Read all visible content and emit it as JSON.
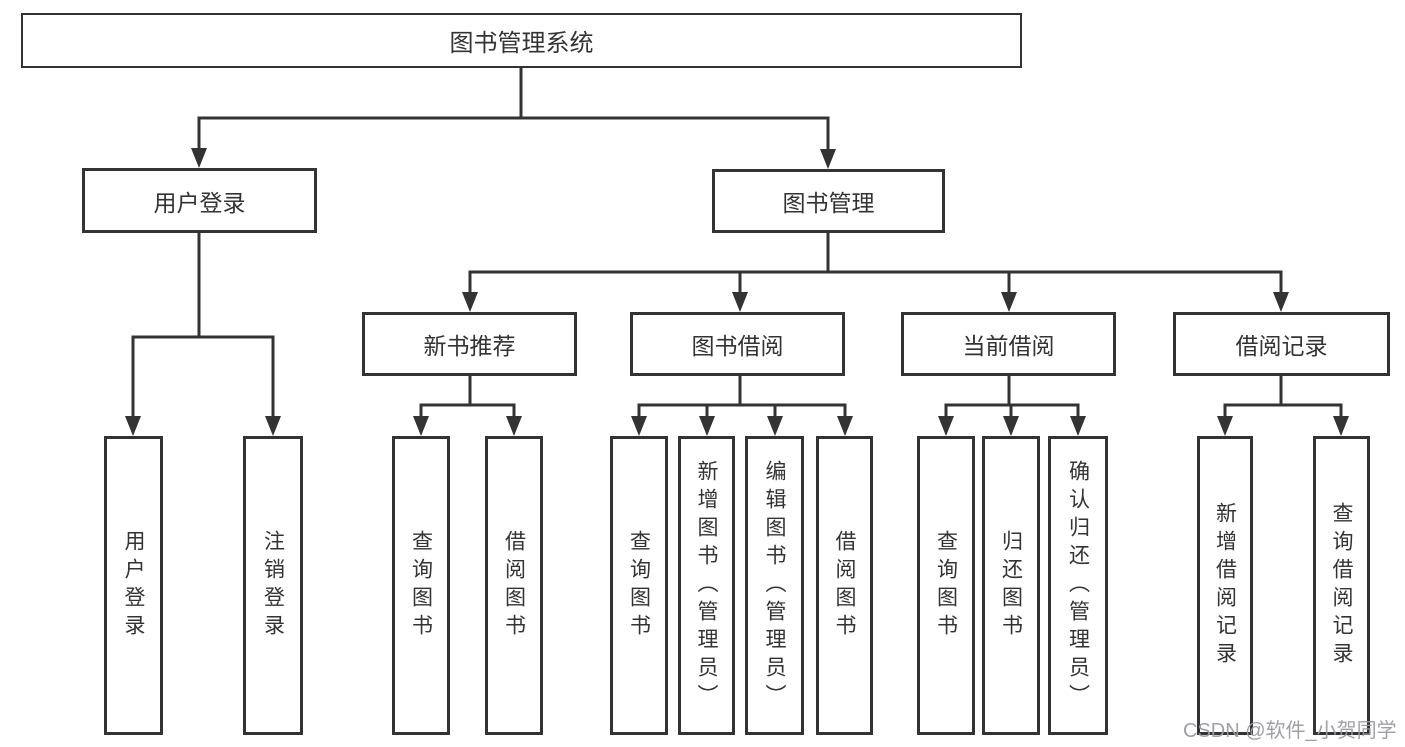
{
  "tree": {
    "label": "图书管理系统",
    "children": [
      {
        "label": "用户登录",
        "children": [
          {
            "label": "用户登录"
          },
          {
            "label": "注销登录"
          }
        ]
      },
      {
        "label": "图书管理",
        "children": [
          {
            "label": "新书推荐",
            "children": [
              {
                "label": "查询图书"
              },
              {
                "label": "借阅图书"
              }
            ]
          },
          {
            "label": "图书借阅",
            "children": [
              {
                "label": "查询图书"
              },
              {
                "label": "新增图书（管理员）"
              },
              {
                "label": "编辑图书（管理员）"
              },
              {
                "label": "借阅图书"
              }
            ]
          },
          {
            "label": "当前借阅",
            "children": [
              {
                "label": "查询图书"
              },
              {
                "label": "归还图书"
              },
              {
                "label": "确认归还（管理员）"
              }
            ]
          },
          {
            "label": "借阅记录",
            "children": [
              {
                "label": "新增借阅记录"
              },
              {
                "label": "查询借阅记录"
              }
            ]
          }
        ]
      }
    ]
  },
  "watermark": {
    "text": "CSDN @软件_小贺同学"
  },
  "colors": {
    "line": "#333333",
    "box_border": "#333333",
    "text": "#333333",
    "background": "#ffffff",
    "watermark": "#9a9ba1"
  }
}
